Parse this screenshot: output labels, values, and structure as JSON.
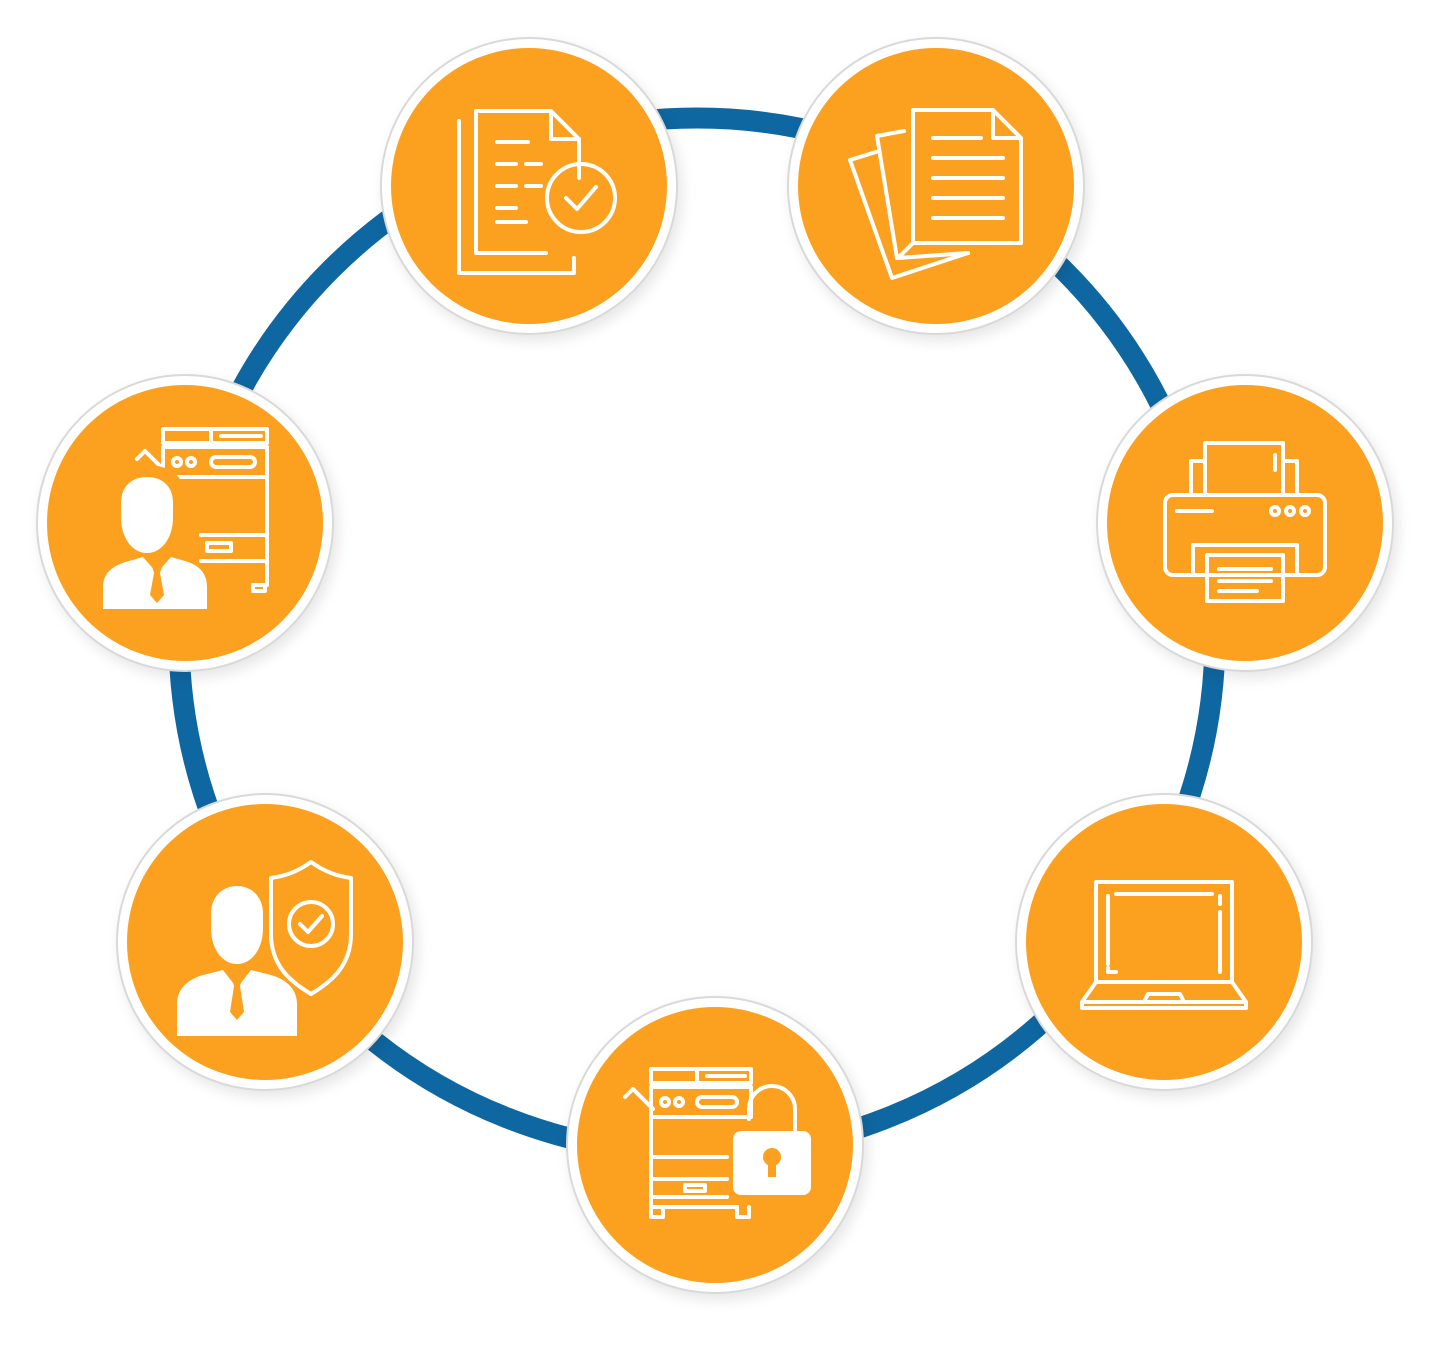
{
  "diagram": {
    "ring_color": "#0f67a1",
    "node_fill": "#fba11f",
    "node_border": "#d9d9d9",
    "nodes": [
      {
        "id": "document-approval",
        "icon": "document-check-icon"
      },
      {
        "id": "paper-documents",
        "icon": "documents-stack-icon"
      },
      {
        "id": "printer",
        "icon": "printer-icon"
      },
      {
        "id": "laptop",
        "icon": "laptop-icon"
      },
      {
        "id": "secure-copier",
        "icon": "copier-lock-icon"
      },
      {
        "id": "user-security",
        "icon": "user-shield-icon"
      },
      {
        "id": "user-copier",
        "icon": "user-copier-icon"
      }
    ]
  }
}
